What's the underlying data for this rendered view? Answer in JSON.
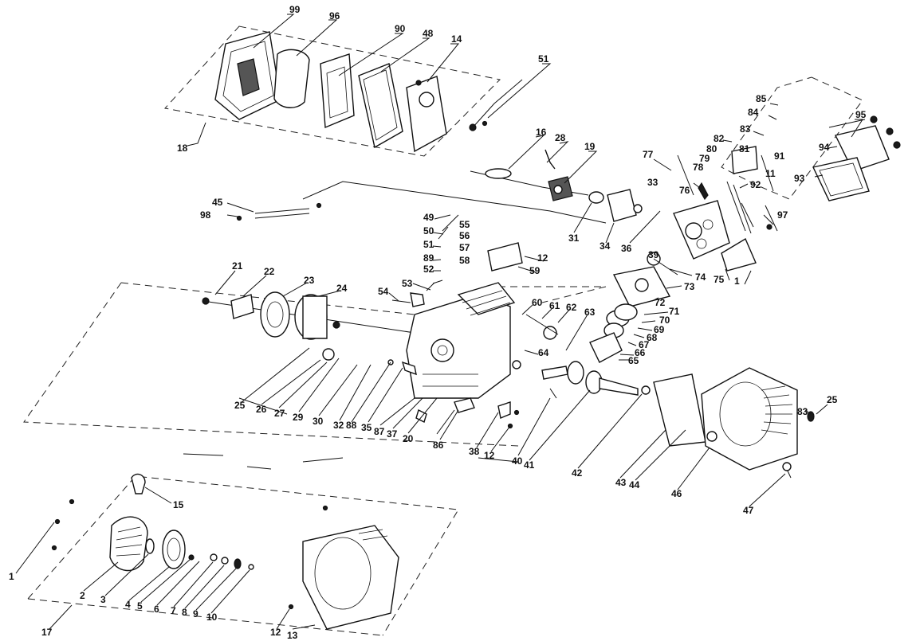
{
  "labels": [
    "99",
    "96",
    "90",
    "48",
    "14",
    "51",
    "18",
    "16",
    "28",
    "19",
    "85",
    "84",
    "95",
    "83",
    "82",
    "80",
    "81",
    "91",
    "94",
    "79",
    "78",
    "11",
    "77",
    "93",
    "33",
    "76",
    "92",
    "45",
    "98",
    "31",
    "34",
    "36",
    "97",
    "49",
    "55",
    "50",
    "56",
    "51",
    "57",
    "89",
    "58",
    "52",
    "12",
    "59",
    "39",
    "74",
    "75",
    "1",
    "73",
    "72",
    "21",
    "22",
    "23",
    "24",
    "53",
    "54",
    "60",
    "61",
    "62",
    "63",
    "71",
    "70",
    "69",
    "68",
    "67",
    "66",
    "65",
    "64",
    "25",
    "26",
    "27",
    "29",
    "30",
    "32",
    "88",
    "35",
    "87",
    "37",
    "20",
    "86",
    "38",
    "12",
    "40",
    "41",
    "42",
    "43",
    "44",
    "46",
    "83",
    "25",
    "47",
    "15",
    "1",
    "2",
    "3",
    "4",
    "5",
    "6",
    "7",
    "8",
    "9",
    "10",
    "17",
    "12",
    "13"
  ],
  "colors": {
    "line": "#111111",
    "background": "#ffffff",
    "shade": "#555555"
  }
}
